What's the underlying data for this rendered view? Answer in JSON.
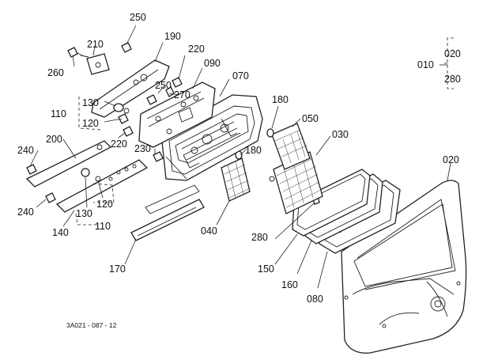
{
  "drawing_code": "3A021 - 087 - 12",
  "labels": {
    "l250a": "250",
    "l210": "210",
    "l190": "190",
    "l260": "260",
    "l220a": "220",
    "l090": "090",
    "l250b": "250",
    "l270": "270",
    "l070": "070",
    "l130a": "130",
    "l110a": "110",
    "l120a": "120",
    "l220b": "220",
    "l180a": "180",
    "l050": "050",
    "l010": "010",
    "l020a": "020",
    "l280a": "280",
    "l240a": "240",
    "l200": "200",
    "l230": "230",
    "l180b": "180",
    "l030": "030",
    "l020b": "020",
    "l120b": "120",
    "l130b": "130",
    "l240b": "240",
    "l140": "140",
    "l110b": "110",
    "l040": "040",
    "l280b": "280",
    "l150": "150",
    "l170": "170",
    "l160": "160",
    "l080": "080"
  }
}
